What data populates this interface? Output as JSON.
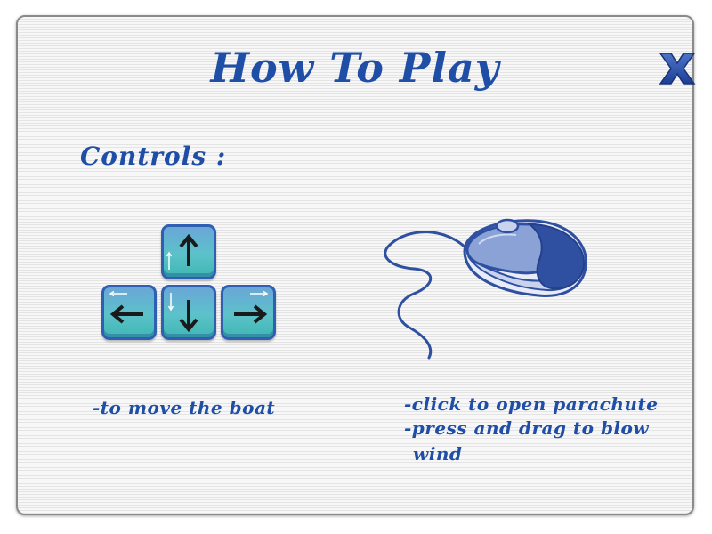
{
  "dialog": {
    "title": "How To Play",
    "close_label": "X",
    "controls_heading": "Controls :"
  },
  "keyboard": {
    "keys": [
      {
        "name": "up",
        "glyph": "↑"
      },
      {
        "name": "left",
        "glyph": "←"
      },
      {
        "name": "down",
        "glyph": "↓"
      },
      {
        "name": "right",
        "glyph": "→"
      }
    ],
    "caption": "-to move the boat"
  },
  "mouse": {
    "caption_lines": [
      "-click to open parachute",
      "-press and drag to blow",
      "wind"
    ]
  },
  "colors": {
    "text": "#1f4ea6",
    "key_border": "#2f5fb3",
    "key_fill": "#5cc2c9",
    "mouse_dark": "#2f4fa0",
    "mouse_light": "#8aa2d6"
  }
}
